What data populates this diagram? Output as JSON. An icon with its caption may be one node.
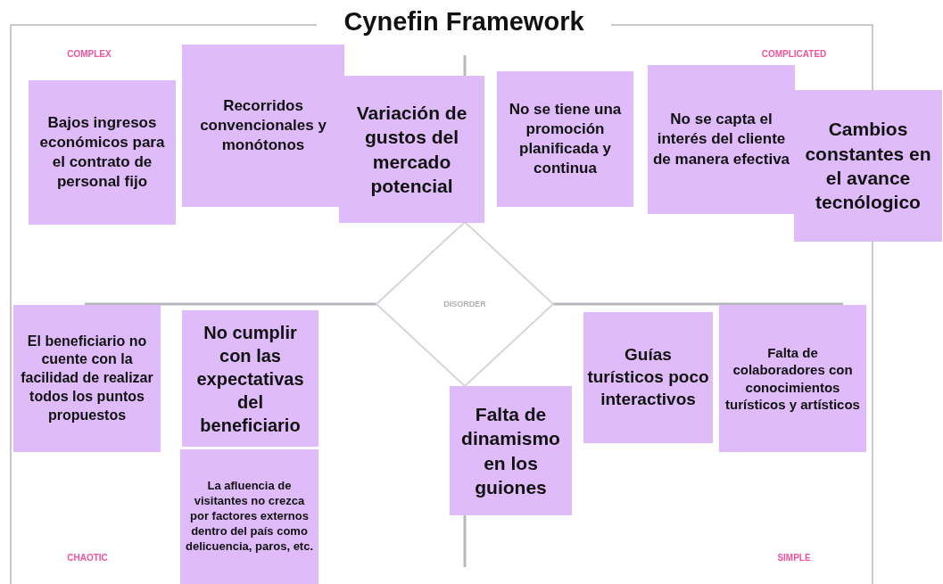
{
  "diagram": {
    "title": "Cynefin Framework",
    "nodes": [
      {
        "text": [
          "Bajos ingresos económicos para el contrato de personal fijo"
        ]
      },
      {
        "text": [
          "Recorridos convencionales y monótonos"
        ]
      },
      {
        "text": [
          "Variación de gustos del mercado potencial"
        ]
      },
      {
        "text": [
          "No se tiene una promoción planificada y continua"
        ]
      },
      {
        "text": [
          "No se capta el interés del cliente de manera efectiva"
        ]
      },
      {
        "text": [
          "Cambios constantes en el avance tecnólogico"
        ]
      },
      {
        "text": [
          "DISORDER"
        ]
      },
      {
        "text": [
          "El beneficiario no cuente con la facilidad de realizar todos los puntos propuestos"
        ]
      },
      {
        "text": [
          "No cumplir con las expectativas del beneficiario"
        ]
      },
      {
        "text": [
          "Guías turísticos poco interactivos"
        ]
      },
      {
        "text": [
          "Falta de colaboradores con conocimientos turísticos y artísticos"
        ]
      },
      {
        "text": [
          "Falta de dinamismo en los guiones"
        ]
      },
      {
        "text": [
          "La afluencia de visitantes no crezca por factores externos dentro del país como delicuencia, paros, etc."
        ]
      }
    ],
    "edges": [],
    "labels": [
      "COMPLEX",
      "COMPLICATED",
      "CHAOTIC",
      "SIMPLE"
    ]
  }
}
